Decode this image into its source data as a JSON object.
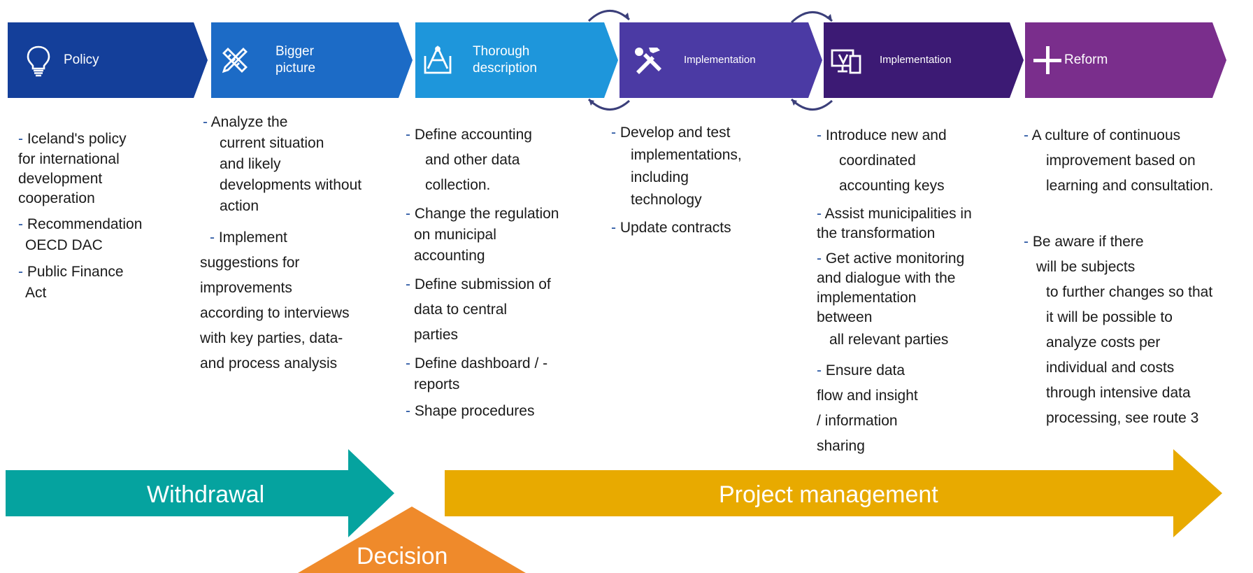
{
  "steps": [
    {
      "label": "Policy",
      "icon": "lightbulb-icon",
      "color": "#143f9a"
    },
    {
      "label_line1": "Bigger",
      "label_line2": "picture",
      "icon": "ruler-pencil-icon",
      "color": "#1c6bc6"
    },
    {
      "label_line1": "Thorough",
      "label_line2": "description",
      "icon": "drafting-compass-icon",
      "color": "#1e96db"
    },
    {
      "label": "Implementation",
      "icon": "tools-icon",
      "color": "#4b3aa4"
    },
    {
      "label": "Implementation",
      "icon": "devices-icon",
      "color": "#3c1a74"
    },
    {
      "label": "Reform",
      "icon": "plus-icon",
      "color": "#7a2e8c"
    }
  ],
  "columns": [
    {
      "items": [
        {
          "lines": [
            "Iceland's policy",
            "for international",
            "development",
            "cooperation"
          ]
        },
        {
          "lines": [
            "Recommendation",
            "OECD DAC"
          ]
        },
        {
          "lines": [
            "Public  Finance",
            "Act"
          ]
        }
      ]
    },
    {
      "items": [
        {
          "lines": [
            "Analyze the",
            "current situation",
            "and likely",
            "developments without",
            "action"
          ]
        },
        {
          "lines": [
            "Implement",
            "suggestions for",
            "improvements",
            "according to interviews",
            "with key parties, data-",
            "and process   analysis"
          ]
        }
      ]
    },
    {
      "items": [
        {
          "lines": [
            "Define accounting",
            "and other data",
            "collection."
          ]
        },
        {
          "lines": [
            "Change the regulation",
            "on municipal",
            "accounting"
          ]
        },
        {
          "lines": [
            "Define submission of",
            "data to central",
            "parties"
          ]
        },
        {
          "lines": [
            "Define dashboard / -",
            "reports"
          ]
        },
        {
          "lines": [
            "Shape procedures"
          ]
        }
      ]
    },
    {
      "items": [
        {
          "lines": [
            "Develop and test",
            "implementations,",
            "including",
            "technology"
          ]
        },
        {
          "lines": [
            "Update contracts"
          ]
        }
      ]
    },
    {
      "items": [
        {
          "lines": [
            "Introduce new and",
            "coordinated",
            "accounting   keys"
          ]
        },
        {
          "lines": [
            "Assist municipalities in",
            "the transformation"
          ]
        },
        {
          "lines": [
            "Get active monitoring",
            "and dialogue with the",
            "implementation",
            "between",
            "all relevant parties"
          ]
        },
        {
          "lines": [
            "Ensure data",
            "flow and insight",
            "/ information",
            "sharing"
          ]
        }
      ]
    },
    {
      "items": [
        {
          "lines": [
            "A culture of continuous",
            "improvement based on",
            "learning and consultation."
          ]
        },
        {
          "lines": [
            "Be aware if there",
            "will be subjects",
            "to further changes so that",
            "it will be possible to",
            "analyze costs per",
            "individual and costs",
            "through intensive data",
            "processing, see route 3"
          ]
        }
      ]
    }
  ],
  "bottom": {
    "withdrawal": {
      "label": "Withdrawal",
      "color": "#05a39f"
    },
    "project_management": {
      "label": "Project management",
      "color": "#e8aa00"
    },
    "decision": {
      "label": "Decision",
      "color": "#ef8a2b"
    }
  },
  "cycle_color": "#3b3f7a"
}
